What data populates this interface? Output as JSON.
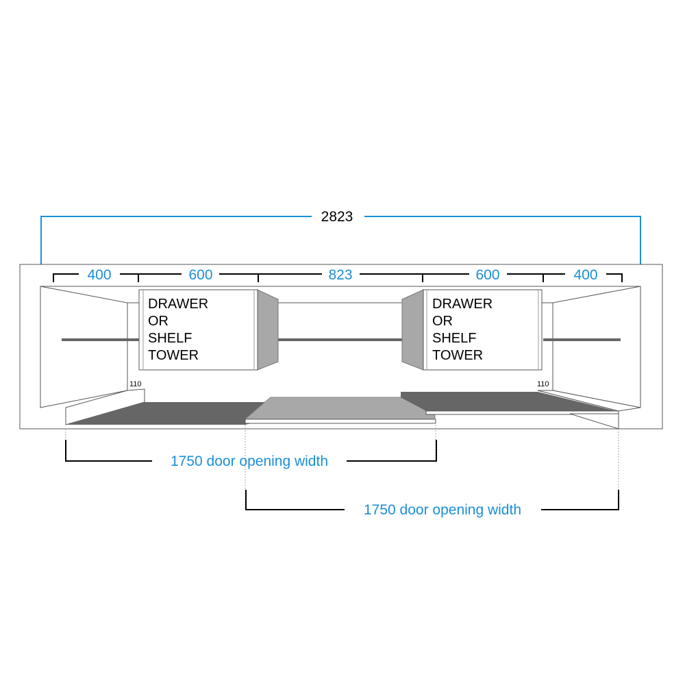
{
  "overall_width": "2823",
  "segments": [
    "400",
    "600",
    "823",
    "600",
    "400"
  ],
  "towers": [
    {
      "lines": [
        "DRAWER",
        "OR",
        "SHELF",
        "TOWER"
      ]
    },
    {
      "lines": [
        "DRAWER",
        "OR",
        "SHELF",
        "TOWER"
      ]
    }
  ],
  "step_labels": [
    "110",
    "110"
  ],
  "door_openings": [
    "1750 door opening width",
    "1750 door opening width"
  ],
  "colors": {
    "dimension_blue": "#1a8fd8",
    "floor_dark": "#666666",
    "panel_gray": "#a8a8a8"
  }
}
